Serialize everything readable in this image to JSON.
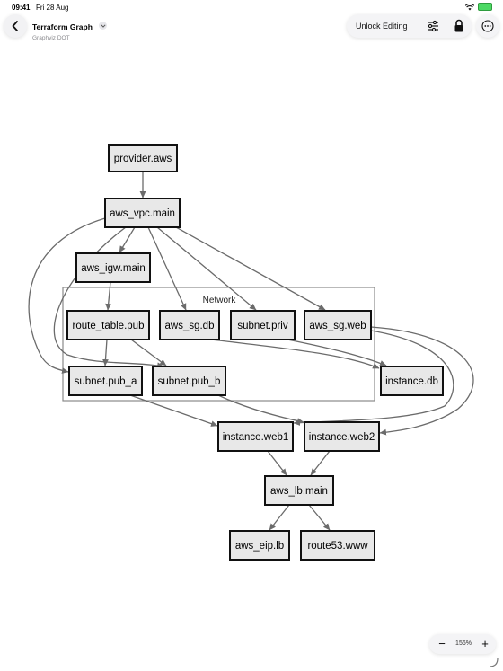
{
  "status_bar": {
    "time": "09:41",
    "date": "Fri 28 Aug"
  },
  "header": {
    "title": "Terraform Graph",
    "subtitle": "Graphviz DOT",
    "unlock_label": "Unlock Editing"
  },
  "zoom": {
    "level": "156%",
    "minus": "−",
    "plus": "+"
  },
  "diagram": {
    "cluster_label": "Network",
    "nodes": [
      {
        "id": "provider_aws",
        "label": "provider.aws"
      },
      {
        "id": "aws_vpc_main",
        "label": "aws_vpc.main"
      },
      {
        "id": "aws_igw_main",
        "label": "aws_igw.main"
      },
      {
        "id": "route_table_pub",
        "label": "route_table.pub"
      },
      {
        "id": "aws_sg_db",
        "label": "aws_sg.db"
      },
      {
        "id": "subnet_priv",
        "label": "subnet.priv"
      },
      {
        "id": "aws_sg_web",
        "label": "aws_sg.web"
      },
      {
        "id": "subnet_pub_a",
        "label": "subnet.pub_a"
      },
      {
        "id": "subnet_pub_b",
        "label": "subnet.pub_b"
      },
      {
        "id": "instance_db",
        "label": "instance.db"
      },
      {
        "id": "instance_web1",
        "label": "instance.web1"
      },
      {
        "id": "instance_web2",
        "label": "instance.web2"
      },
      {
        "id": "aws_lb_main",
        "label": "aws_lb.main"
      },
      {
        "id": "aws_eip_lb",
        "label": "aws_eip.lb"
      },
      {
        "id": "route53_www",
        "label": "route53.www"
      }
    ],
    "edges": [
      {
        "from": "provider_aws",
        "to": "aws_vpc_main"
      },
      {
        "from": "aws_vpc_main",
        "to": "aws_igw_main"
      },
      {
        "from": "aws_vpc_main",
        "to": "aws_sg_db"
      },
      {
        "from": "aws_vpc_main",
        "to": "subnet_priv"
      },
      {
        "from": "aws_vpc_main",
        "to": "aws_sg_web"
      },
      {
        "from": "aws_vpc_main",
        "to": "subnet_pub_a"
      },
      {
        "from": "aws_vpc_main",
        "to": "subnet_pub_b"
      },
      {
        "from": "aws_igw_main",
        "to": "route_table_pub"
      },
      {
        "from": "route_table_pub",
        "to": "subnet_pub_a"
      },
      {
        "from": "route_table_pub",
        "to": "subnet_pub_b"
      },
      {
        "from": "aws_sg_db",
        "to": "instance_db"
      },
      {
        "from": "subnet_priv",
        "to": "instance_db"
      },
      {
        "from": "aws_sg_web",
        "to": "instance_web1"
      },
      {
        "from": "aws_sg_web",
        "to": "instance_web2"
      },
      {
        "from": "subnet_pub_a",
        "to": "instance_web1"
      },
      {
        "from": "subnet_pub_b",
        "to": "instance_web2"
      },
      {
        "from": "instance_web1",
        "to": "aws_lb_main"
      },
      {
        "from": "instance_web2",
        "to": "aws_lb_main"
      },
      {
        "from": "aws_lb_main",
        "to": "aws_eip_lb"
      },
      {
        "from": "aws_lb_main",
        "to": "route53_www"
      }
    ]
  }
}
